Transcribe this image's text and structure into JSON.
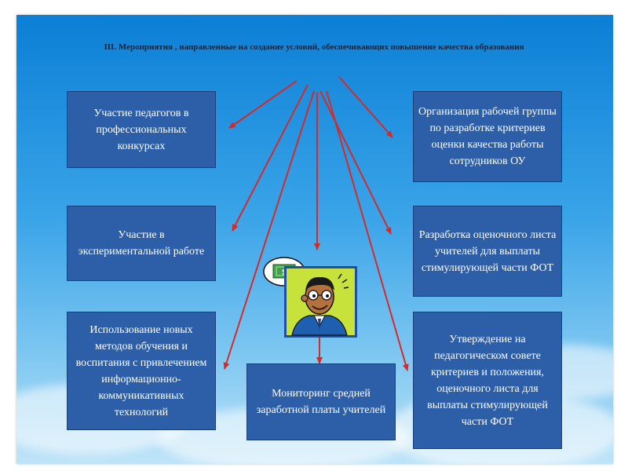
{
  "title": "III. Мероприятия , направленные на создание условий, обеспечивающих повышение качества образования",
  "boxes": {
    "contests": "Участие педагогов в профессиональных конкурсах",
    "experimental": "Участие в экспериментальной работе",
    "new_methods": "Использование новых методов обучения и воспитания с привлечением информационно-коммуникативных технологий",
    "monitoring": "Мониторинг средней заработной платы учителей",
    "working_group": "Организация рабочей группы по разработке критериев оценки качества работы сотрудников ОУ",
    "evaluation_sheet": "Разработка оценочного листа учителей для выплаты стимулирующей части ФОТ",
    "approval": "Утверждение на педагогическом совете критериев и положения, оценочного листа для выплаты стимулирующей части ФОТ"
  },
  "colors": {
    "box_fill": "#2d5fa8",
    "arrow": "#d42a2a",
    "sky_top": "#0b7fd6",
    "sky_bottom": "#bfe4f8"
  },
  "icons": {
    "central": "teacher-thinking-money-icon"
  }
}
